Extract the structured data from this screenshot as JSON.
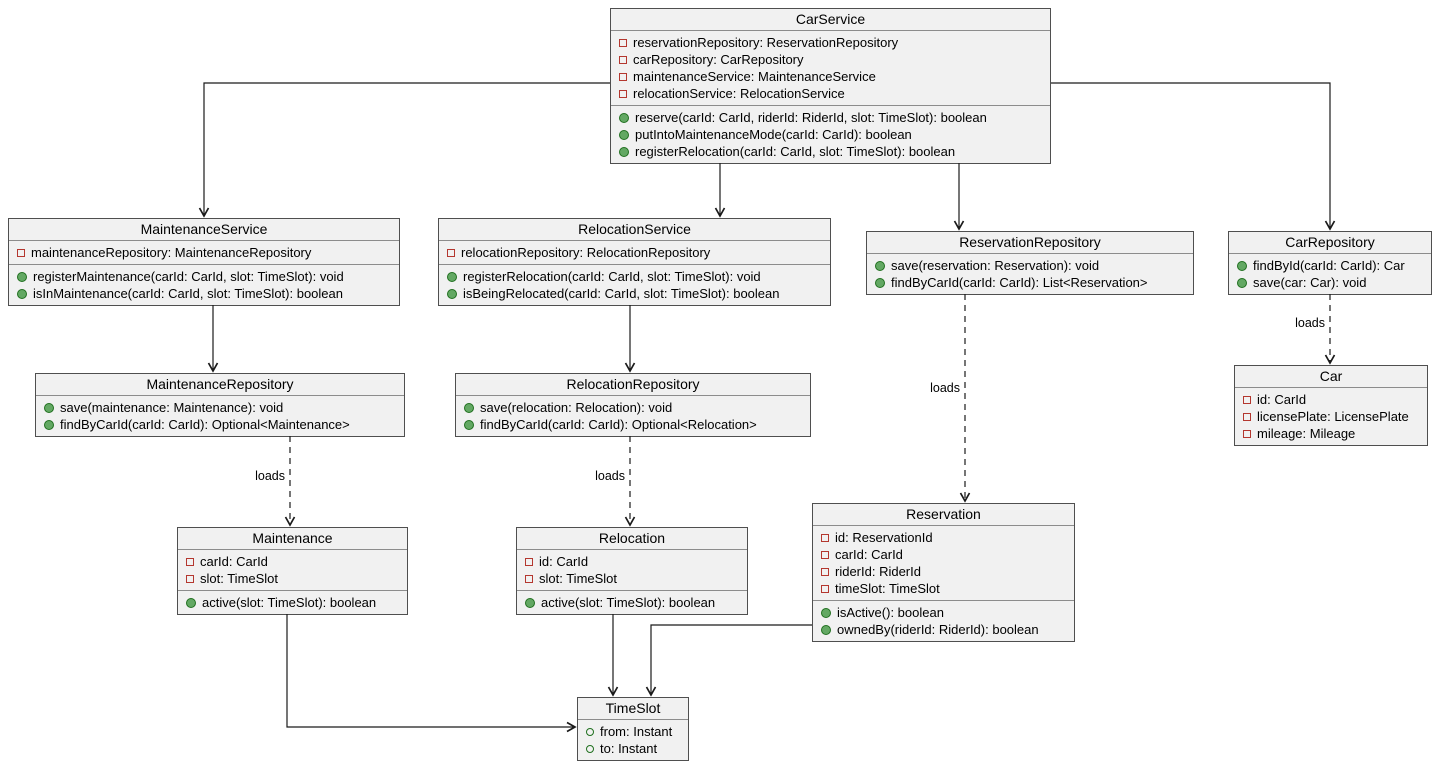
{
  "palette": {
    "class_fill": "#f1f1f1",
    "class_border": "#4f4f4f",
    "separator": "#8c8c8c",
    "private_field_icon": "#b4372f",
    "public_method_icon_fill": "#63a863",
    "public_method_icon_border": "#20701f",
    "edge": "#1a1a1a"
  },
  "diagram": {
    "classes": [
      {
        "name": "CarService",
        "sections": [
          {
            "kind": "fields",
            "members": [
              {
                "icon": "private-field",
                "text": "reservationRepository: ReservationRepository"
              },
              {
                "icon": "private-field",
                "text": "carRepository: CarRepository"
              },
              {
                "icon": "private-field",
                "text": "maintenanceService: MaintenanceService"
              },
              {
                "icon": "private-field",
                "text": "relocationService: RelocationService"
              }
            ]
          },
          {
            "kind": "methods",
            "members": [
              {
                "icon": "public-method",
                "text": "reserve(carId: CarId, riderId: RiderId, slot: TimeSlot): boolean"
              },
              {
                "icon": "public-method",
                "text": "putIntoMaintenanceMode(carId: CarId): boolean"
              },
              {
                "icon": "public-method",
                "text": "registerRelocation(carId: CarId, slot: TimeSlot): boolean"
              }
            ]
          }
        ]
      },
      {
        "name": "MaintenanceService",
        "sections": [
          {
            "kind": "fields",
            "members": [
              {
                "icon": "private-field",
                "text": "maintenanceRepository: MaintenanceRepository"
              }
            ]
          },
          {
            "kind": "methods",
            "members": [
              {
                "icon": "public-method",
                "text": "registerMaintenance(carId: CarId, slot: TimeSlot): void"
              },
              {
                "icon": "public-method",
                "text": "isInMaintenance(carId: CarId, slot: TimeSlot): boolean"
              }
            ]
          }
        ]
      },
      {
        "name": "RelocationService",
        "sections": [
          {
            "kind": "fields",
            "members": [
              {
                "icon": "private-field",
                "text": "relocationRepository: RelocationRepository"
              }
            ]
          },
          {
            "kind": "methods",
            "members": [
              {
                "icon": "public-method",
                "text": "registerRelocation(carId: CarId, slot: TimeSlot): void"
              },
              {
                "icon": "public-method",
                "text": "isBeingRelocated(carId: CarId, slot: TimeSlot): boolean"
              }
            ]
          }
        ]
      },
      {
        "name": "ReservationRepository",
        "sections": [
          {
            "kind": "methods",
            "members": [
              {
                "icon": "public-method",
                "text": "save(reservation: Reservation): void"
              },
              {
                "icon": "public-method",
                "text": "findByCarId(carId: CarId): List<Reservation>"
              }
            ]
          }
        ]
      },
      {
        "name": "CarRepository",
        "sections": [
          {
            "kind": "methods",
            "members": [
              {
                "icon": "public-method",
                "text": "findById(carId: CarId): Car"
              },
              {
                "icon": "public-method",
                "text": "save(car: Car): void"
              }
            ]
          }
        ]
      },
      {
        "name": "MaintenanceRepository",
        "sections": [
          {
            "kind": "methods",
            "members": [
              {
                "icon": "public-method",
                "text": "save(maintenance: Maintenance): void"
              },
              {
                "icon": "public-method",
                "text": "findByCarId(carId: CarId): Optional<Maintenance>"
              }
            ]
          }
        ]
      },
      {
        "name": "RelocationRepository",
        "sections": [
          {
            "kind": "methods",
            "members": [
              {
                "icon": "public-method",
                "text": "save(relocation: Relocation): void"
              },
              {
                "icon": "public-method",
                "text": "findByCarId(carId: CarId): Optional<Relocation>"
              }
            ]
          }
        ]
      },
      {
        "name": "Car",
        "sections": [
          {
            "kind": "fields",
            "members": [
              {
                "icon": "private-field",
                "text": "id: CarId"
              },
              {
                "icon": "private-field",
                "text": "licensePlate: LicensePlate"
              },
              {
                "icon": "private-field",
                "text": "mileage: Mileage"
              }
            ]
          }
        ]
      },
      {
        "name": "Maintenance",
        "sections": [
          {
            "kind": "fields",
            "members": [
              {
                "icon": "private-field",
                "text": "carId: CarId"
              },
              {
                "icon": "private-field",
                "text": "slot: TimeSlot"
              }
            ]
          },
          {
            "kind": "methods",
            "members": [
              {
                "icon": "public-method",
                "text": "active(slot: TimeSlot): boolean"
              }
            ]
          }
        ]
      },
      {
        "name": "Relocation",
        "sections": [
          {
            "kind": "fields",
            "members": [
              {
                "icon": "private-field",
                "text": "id: CarId"
              },
              {
                "icon": "private-field",
                "text": "slot: TimeSlot"
              }
            ]
          },
          {
            "kind": "methods",
            "members": [
              {
                "icon": "public-method",
                "text": "active(slot: TimeSlot): boolean"
              }
            ]
          }
        ]
      },
      {
        "name": "Reservation",
        "sections": [
          {
            "kind": "fields",
            "members": [
              {
                "icon": "private-field",
                "text": "id: ReservationId"
              },
              {
                "icon": "private-field",
                "text": "carId: CarId"
              },
              {
                "icon": "private-field",
                "text": "riderId: RiderId"
              },
              {
                "icon": "private-field",
                "text": "timeSlot: TimeSlot"
              }
            ]
          },
          {
            "kind": "methods",
            "members": [
              {
                "icon": "public-method",
                "text": "isActive(): boolean"
              },
              {
                "icon": "public-method",
                "text": "ownedBy(riderId: RiderId): boolean"
              }
            ]
          }
        ]
      },
      {
        "name": "TimeSlot",
        "sections": [
          {
            "kind": "fields",
            "members": [
              {
                "icon": "public-field",
                "text": "from: Instant"
              },
              {
                "icon": "public-field",
                "text": "to: Instant"
              }
            ]
          }
        ]
      }
    ],
    "edges": [
      {
        "from": "CarService",
        "to": "MaintenanceService",
        "type": "solid"
      },
      {
        "from": "CarService",
        "to": "RelocationService",
        "type": "solid"
      },
      {
        "from": "CarService",
        "to": "ReservationRepository",
        "type": "solid"
      },
      {
        "from": "CarService",
        "to": "CarRepository",
        "type": "solid"
      },
      {
        "from": "MaintenanceService",
        "to": "MaintenanceRepository",
        "type": "solid"
      },
      {
        "from": "RelocationService",
        "to": "RelocationRepository",
        "type": "solid"
      },
      {
        "from": "MaintenanceRepository",
        "to": "Maintenance",
        "type": "dashed",
        "label": "loads"
      },
      {
        "from": "RelocationRepository",
        "to": "Relocation",
        "type": "dashed",
        "label": "loads"
      },
      {
        "from": "ReservationRepository",
        "to": "Reservation",
        "type": "dashed",
        "label": "loads"
      },
      {
        "from": "CarRepository",
        "to": "Car",
        "type": "dashed",
        "label": "loads"
      },
      {
        "from": "Maintenance",
        "to": "TimeSlot",
        "type": "solid"
      },
      {
        "from": "Relocation",
        "to": "TimeSlot",
        "type": "solid"
      },
      {
        "from": "Reservation",
        "to": "TimeSlot",
        "type": "solid"
      }
    ]
  }
}
